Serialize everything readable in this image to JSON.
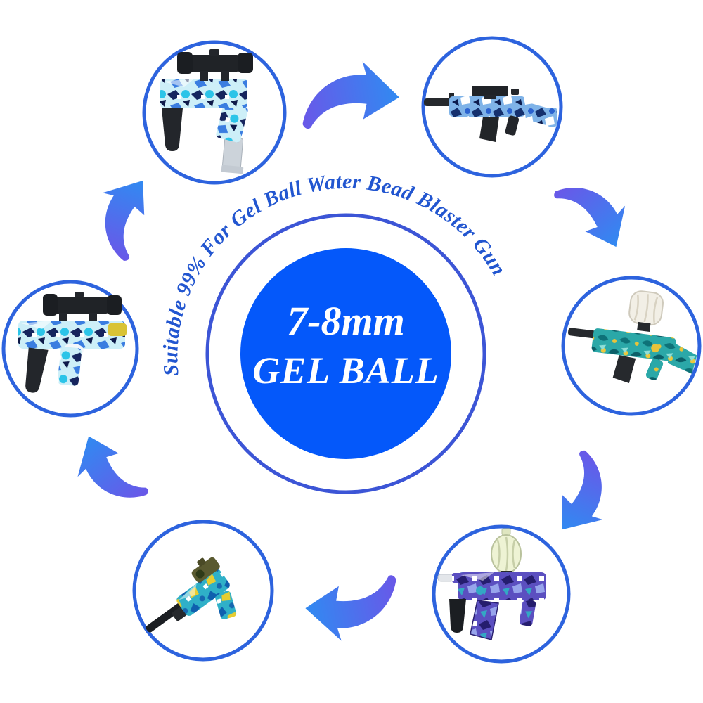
{
  "badge": {
    "line1": "7-8mm",
    "line2": "GEL BALL"
  },
  "arc_text": "Suitable 99% For Gel Ball Water Bead Blaster Gun",
  "colors": {
    "badge_fill": "#0458FA",
    "ring_stroke": "#3C55D6",
    "arc_text_color": "#2256D0",
    "product_circle_border": "#2D63DE",
    "arrow_gradient_start": "#6A57E8",
    "arrow_gradient_end": "#2D8DF2"
  },
  "products": [
    {
      "position": "top-left",
      "label": "blue graffiti gel blaster pistol with scope and extended magazine"
    },
    {
      "position": "top-right",
      "label": "blue camo M4 gel blaster rifle with scope"
    },
    {
      "position": "right",
      "label": "teal leaf-pattern gel blaster rifle with hopper"
    },
    {
      "position": "bottom-right",
      "label": "purple graffiti gel blaster SMG with grenade hopper"
    },
    {
      "position": "bottom-left",
      "label": "teal graffiti gel blaster pistol with long barrel and sight"
    },
    {
      "position": "left",
      "label": "blue graffiti gel blaster SMG with scope and foregrip"
    }
  ],
  "arrows": [
    {
      "position": "top",
      "direction": "clockwise"
    },
    {
      "position": "right-upper",
      "direction": "clockwise"
    },
    {
      "position": "right-lower",
      "direction": "clockwise"
    },
    {
      "position": "bottom",
      "direction": "clockwise"
    },
    {
      "position": "left-lower",
      "direction": "clockwise"
    },
    {
      "position": "left-upper",
      "direction": "clockwise"
    }
  ]
}
